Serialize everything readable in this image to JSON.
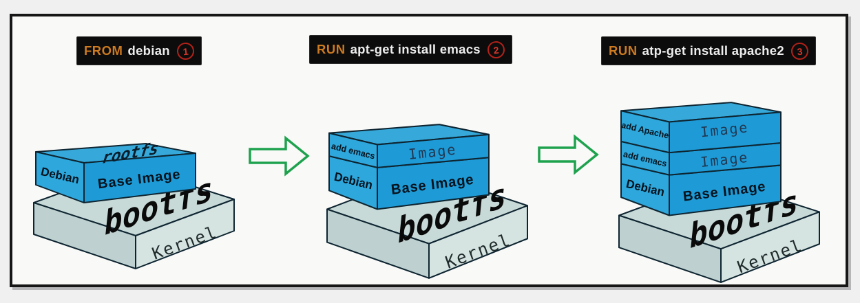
{
  "commands": [
    {
      "keyword": "FROM",
      "args": "debian",
      "number": "1"
    },
    {
      "keyword": "RUN",
      "args": "apt-get install emacs",
      "number": "2"
    },
    {
      "keyword": "RUN",
      "args": "atp-get install apache2",
      "number": "3"
    }
  ],
  "stacks": [
    {
      "slab": {
        "top": "bootfs",
        "front": "Kernel"
      },
      "base": {
        "side": "Debian",
        "front": "Base Image",
        "top": "rootfs"
      }
    },
    {
      "slab": {
        "top": "bootfs",
        "front": "Kernel"
      },
      "base": {
        "side": "Debian",
        "front": "Base Image"
      },
      "layers": [
        {
          "side": "add emacs",
          "front": "Image"
        }
      ]
    },
    {
      "slab": {
        "top": "bootfs",
        "front": "Kernel"
      },
      "base": {
        "side": "Debian",
        "front": "Base Image"
      },
      "layers": [
        {
          "side": "add emacs",
          "front": "Image"
        },
        {
          "side": "add Apache",
          "front": "Image"
        }
      ]
    }
  ],
  "colors": {
    "blue_top": "#36a9da",
    "blue_front": "#1e9bd7",
    "blue_side": "#2ea7dc",
    "slab_top": "#c8dad8",
    "slab_front": "#d5e3e1",
    "slab_side": "#bed1d0",
    "arrow_green": "#1ea24e",
    "keyword_orange": "#cd7a20",
    "step_red": "#d5362a"
  }
}
